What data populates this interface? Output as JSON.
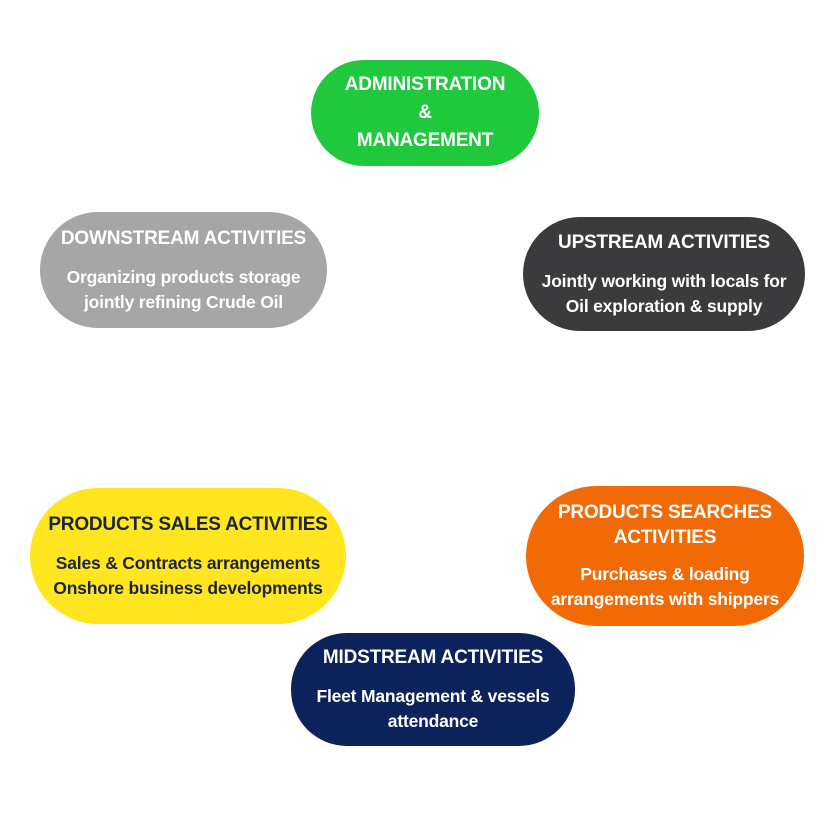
{
  "nodes": {
    "admin": {
      "title": "ADMINISTRATION\n&\nMANAGEMENT",
      "body": ""
    },
    "downstream": {
      "title": "DOWNSTREAM ACTIVITIES",
      "body": "Organizing products storage\njointly refining Crude Oil"
    },
    "upstream": {
      "title": "UPSTREAM ACTIVITIES",
      "body": "Jointly working with locals for\nOil exploration & supply"
    },
    "sales": {
      "title": "PRODUCTS SALES ACTIVITIES",
      "body": "Sales & Contracts arrangements\nOnshore business developments"
    },
    "searches": {
      "title": "PRODUCTS SEARCHES\nACTIVITIES",
      "body": "Purchases & loading\narrangements with shippers"
    },
    "midstream": {
      "title": "MIDSTREAM ACTIVITIES",
      "body": "Fleet Management & vessels\nattendance"
    }
  },
  "colors": {
    "admin": "#20c83e",
    "downstream": "#a6a6a6",
    "upstream": "#3b3b3d",
    "sales": "#ffe620",
    "searches": "#f26a05",
    "midstream": "#0b235a"
  }
}
